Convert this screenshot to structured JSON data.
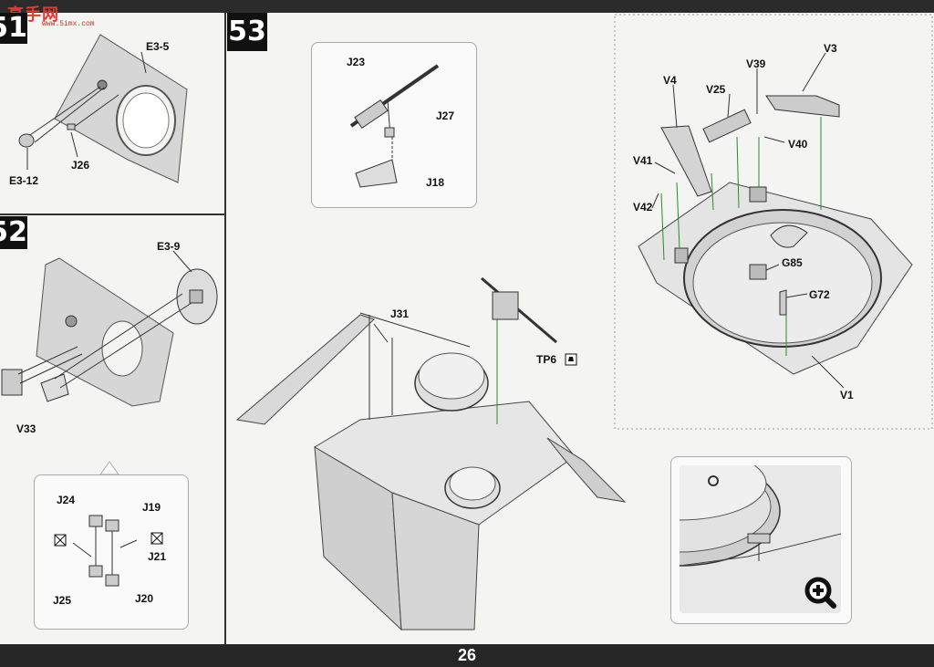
{
  "page_number": "26",
  "watermark": {
    "logo_text": "高手网",
    "url": "www.5imx.com"
  },
  "steps": {
    "s51": {
      "number": "51",
      "labels": {
        "e3_5": "E3-5",
        "e3_12": "E3-12",
        "j26": "J26"
      }
    },
    "s52": {
      "number": "52",
      "labels": {
        "e3_9": "E3-9",
        "v33": "V33",
        "j24": "J24",
        "j19": "J19",
        "j21": "J21",
        "j25": "J25",
        "j20": "J20"
      }
    },
    "s53": {
      "number": "53",
      "labels": {
        "j23": "J23",
        "j27": "J27",
        "j18": "J18",
        "j31": "J31",
        "tp6": "TP6"
      }
    }
  },
  "turret_ring": {
    "labels": {
      "v4": "V4",
      "v25": "V25",
      "v39": "V39",
      "v3": "V3",
      "v40": "V40",
      "v41": "V41",
      "v42": "V42",
      "g85": "G85",
      "g72": "G72",
      "v1": "V1"
    }
  },
  "icons": [
    "zoom-in-icon",
    "no-glue-icon",
    "glue-icon"
  ]
}
